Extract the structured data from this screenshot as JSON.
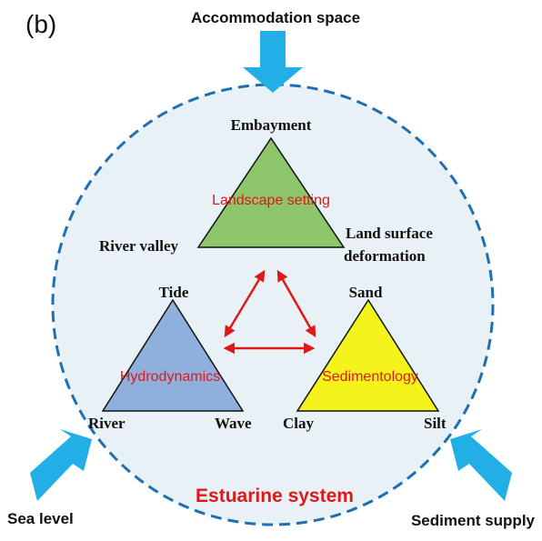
{
  "panel_label": "(b)",
  "forces": {
    "top": "Accommodation space",
    "bottom_left": "Sea level",
    "bottom_right": "Sediment supply"
  },
  "system_label": "Estuarine system",
  "triangles": {
    "landscape": {
      "title": "Landscape setting",
      "top": "Embayment",
      "left": "River valley",
      "right_line1": "Land surface",
      "right_line2": "deformation",
      "fill": "#8dc66a"
    },
    "hydro": {
      "title": "Hydrodynamics",
      "top": "Tide",
      "left": "River",
      "right": "Wave",
      "fill": "#8fb0dd"
    },
    "sediment": {
      "title": "Sedimentology",
      "top": "Sand",
      "left": "Clay",
      "right": "Silt",
      "fill": "#f4f41c"
    }
  },
  "colors": {
    "circle_fill": "#e8f2f6",
    "circle_stroke": "#1f6fb2",
    "force_arrow": "#22aee6",
    "interaction_arrow": "#e01818",
    "title_red": "#e01818"
  }
}
